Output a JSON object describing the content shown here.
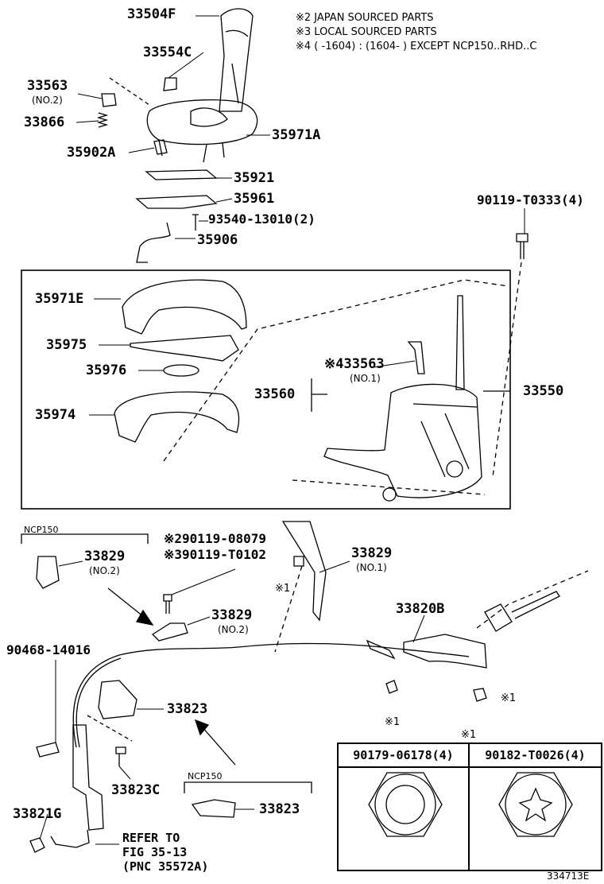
{
  "notes": {
    "japan": "※2 JAPAN SOURCED PARTS",
    "local": "※3 LOCAL SOURCED PARTS",
    "range": "※4 (      -1604) : (1604-      ) EXCEPT NCP150..RHD..C"
  },
  "parts": {
    "p33504F": "33504F",
    "p33554C": "33554C",
    "p33563_top": "33563",
    "p33563_top_sub": "(NO.2)",
    "p33866": "33866",
    "p35971A": "35971A",
    "p35902A": "35902A",
    "p35921": "35921",
    "p35961": "35961",
    "p93540": "93540-13010(2)",
    "p35906": "35906",
    "p90119_T0333": "90119-T0333(4)",
    "p35971E": "35971E",
    "p35975": "35975",
    "p35976": "35976",
    "p35974": "35974",
    "p33563_mid": "※433563",
    "p33563_mid_sub": "(NO.1)",
    "p33560": "33560",
    "p33550": "33550",
    "ncp150_a": "NCP150",
    "p33829_a": "33829",
    "p33829_a_sub": "(NO.2)",
    "p90119_08079": "※290119-08079",
    "p90119_T0102": "※390119-T0102",
    "p33829_b": "33829",
    "p33829_b_sub": "(NO.1)",
    "mark1_a": "※1",
    "p33829_c": "33829",
    "p33829_c_sub": "(NO.2)",
    "p33820B": "33820B",
    "p90468": "90468-14016",
    "p33823": "33823",
    "mark1_b": "※1",
    "mark1_c": "※1",
    "p33823C": "33823C",
    "ncp150_b": "NCP150",
    "p33823_b": "33823",
    "p33821G": "33821G",
    "refer_1": "REFER TO",
    "refer_2": "FIG 35-13",
    "refer_3": "(PNC 35572A)",
    "table_mark": "※1",
    "table_h1": "90179-06178(4)",
    "table_h2": "90182-T0026(4)",
    "diagram_id": "334713E"
  }
}
